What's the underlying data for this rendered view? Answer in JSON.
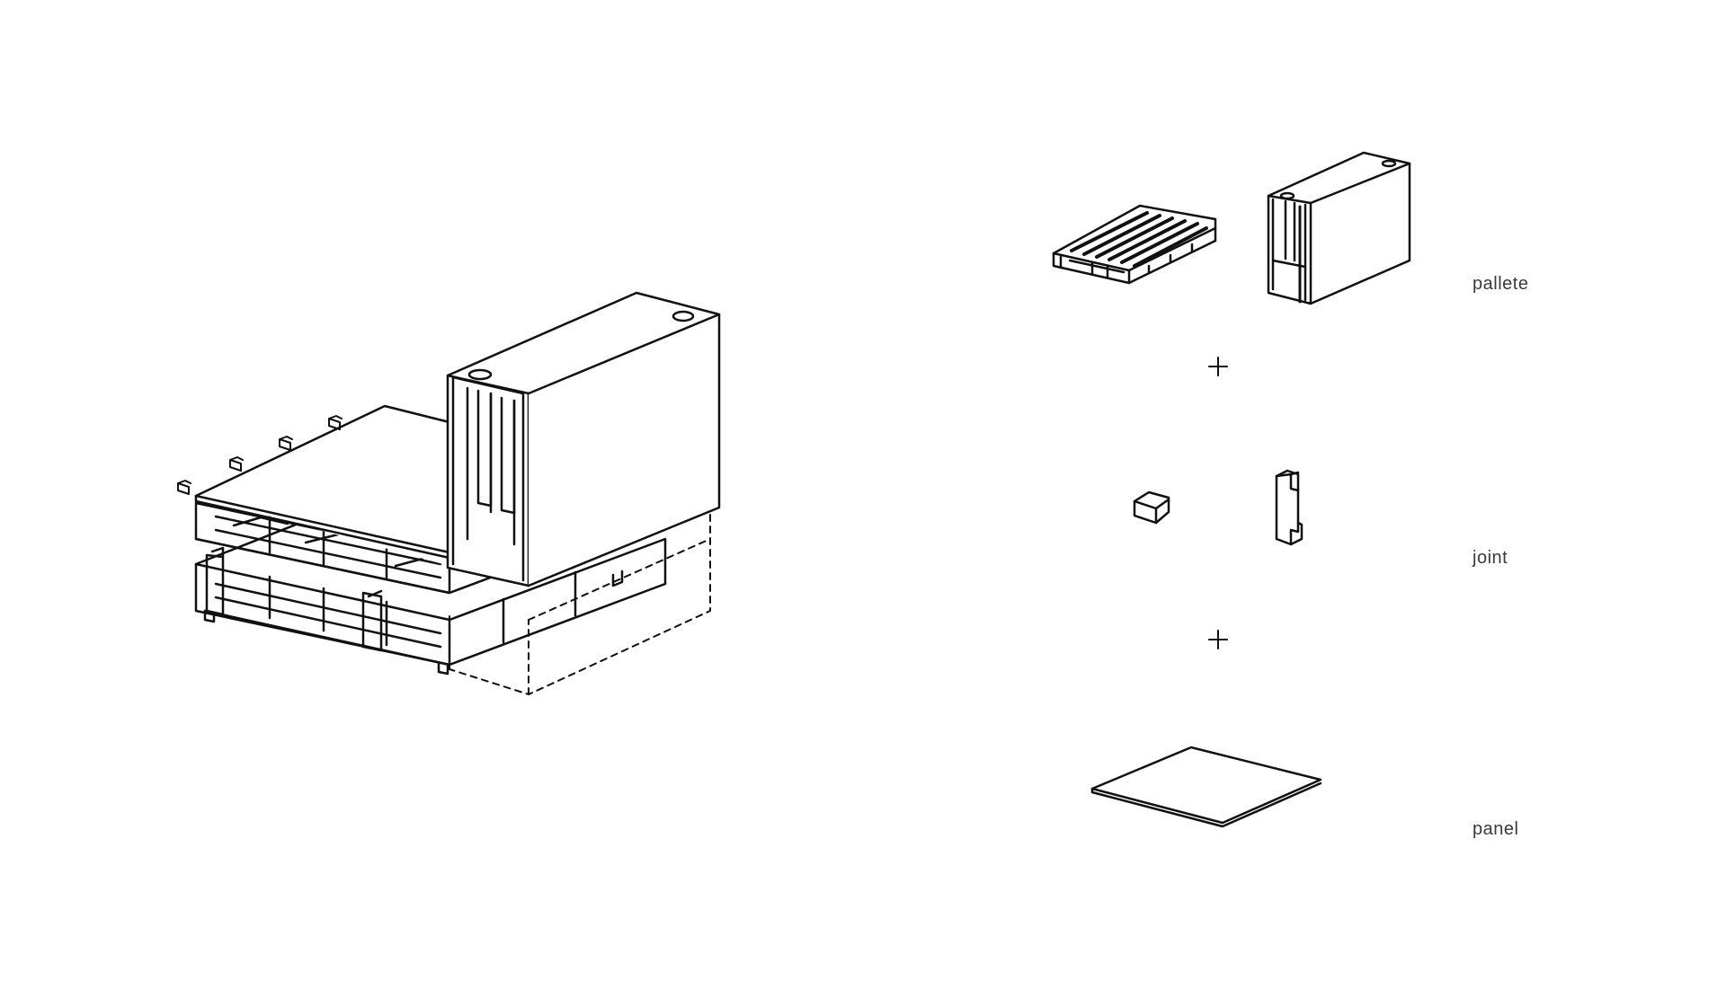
{
  "components": {
    "pallete": "pallete",
    "joint": "joint",
    "panel": "panel"
  },
  "colors": {
    "line": "#111111",
    "background": "#ffffff"
  }
}
